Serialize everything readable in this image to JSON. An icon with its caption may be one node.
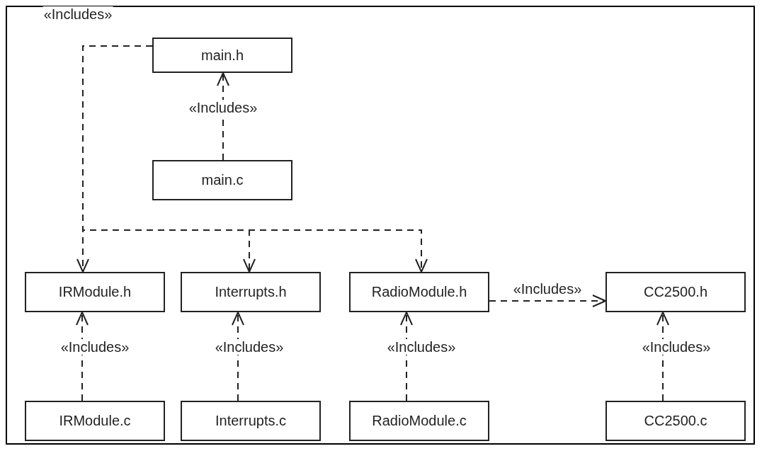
{
  "diagram": {
    "nodes": [
      {
        "text": [
          "main.h"
        ]
      },
      {
        "text": [
          "main.c"
        ]
      },
      {
        "text": [
          "IRModule.h"
        ]
      },
      {
        "text": [
          "Interrupts.h"
        ]
      },
      {
        "text": [
          "RadioModule.h"
        ]
      },
      {
        "text": [
          "CC2500.h"
        ]
      },
      {
        "text": [
          "IRModule.c"
        ]
      },
      {
        "text": [
          "Interrupts.c"
        ]
      },
      {
        "text": [
          "RadioModule.c"
        ]
      },
      {
        "text": [
          "CC2500.c"
        ]
      }
    ],
    "edges": [
      {
        "from": 1,
        "to": 0,
        "arrow": "to",
        "label": "«Includes»",
        "style": "dashed"
      },
      {
        "from": 0,
        "to": 2,
        "arrow": "to",
        "label": "«Includes»",
        "style": "dashed"
      },
      {
        "from": 0,
        "to": 3,
        "arrow": "to",
        "style": "dashed"
      },
      {
        "from": 0,
        "to": 4,
        "arrow": "to",
        "style": "dashed"
      },
      {
        "from": 4,
        "to": 5,
        "arrow": "to",
        "label": "«Includes»",
        "style": "dashed"
      },
      {
        "from": 6,
        "to": 2,
        "arrow": "to",
        "label": "«Includes»",
        "style": "dashed"
      },
      {
        "from": 7,
        "to": 3,
        "arrow": "to",
        "label": "«Includes»",
        "style": "dashed"
      },
      {
        "from": 8,
        "to": 4,
        "arrow": "to",
        "label": "«Includes»",
        "style": "dashed"
      },
      {
        "from": 9,
        "to": 5,
        "arrow": "to",
        "label": "«Includes»",
        "style": "dashed"
      }
    ]
  }
}
